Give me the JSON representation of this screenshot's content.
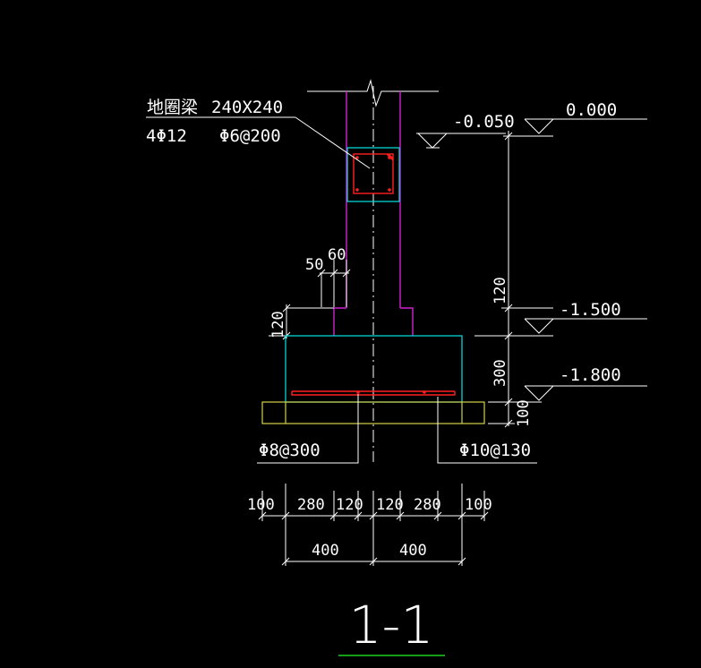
{
  "section": {
    "title": "1-1"
  },
  "ring_beam": {
    "name": "地圈梁",
    "size": "240X240",
    "main_rebar": "4Φ12",
    "stirrup": "Φ6@200"
  },
  "elevations": {
    "floor": "0.000",
    "beam_top": "-0.050",
    "step_top": "-1.500",
    "base_bottom": "-1.800"
  },
  "vertical_dims": {
    "wall_height": "120",
    "step_height": "120",
    "footing_height": "300",
    "cushion_height": "100"
  },
  "offsets": {
    "step_offset_a": "50",
    "step_offset_b": "60"
  },
  "footing_rebar": {
    "left": "Φ8@300",
    "right": "Φ10@130"
  },
  "horizontal_dims": {
    "row1": [
      "100",
      "280",
      "120",
      "120",
      "280",
      "100"
    ],
    "row2": [
      "400",
      "400"
    ]
  },
  "colors": {
    "background": "#000000",
    "line": "#ffffff",
    "outline": "#00e6e6",
    "wall": "#d21fd2",
    "rebar": "#ff2020",
    "cushion": "#d2d24a",
    "title_underline": "#20d020"
  }
}
